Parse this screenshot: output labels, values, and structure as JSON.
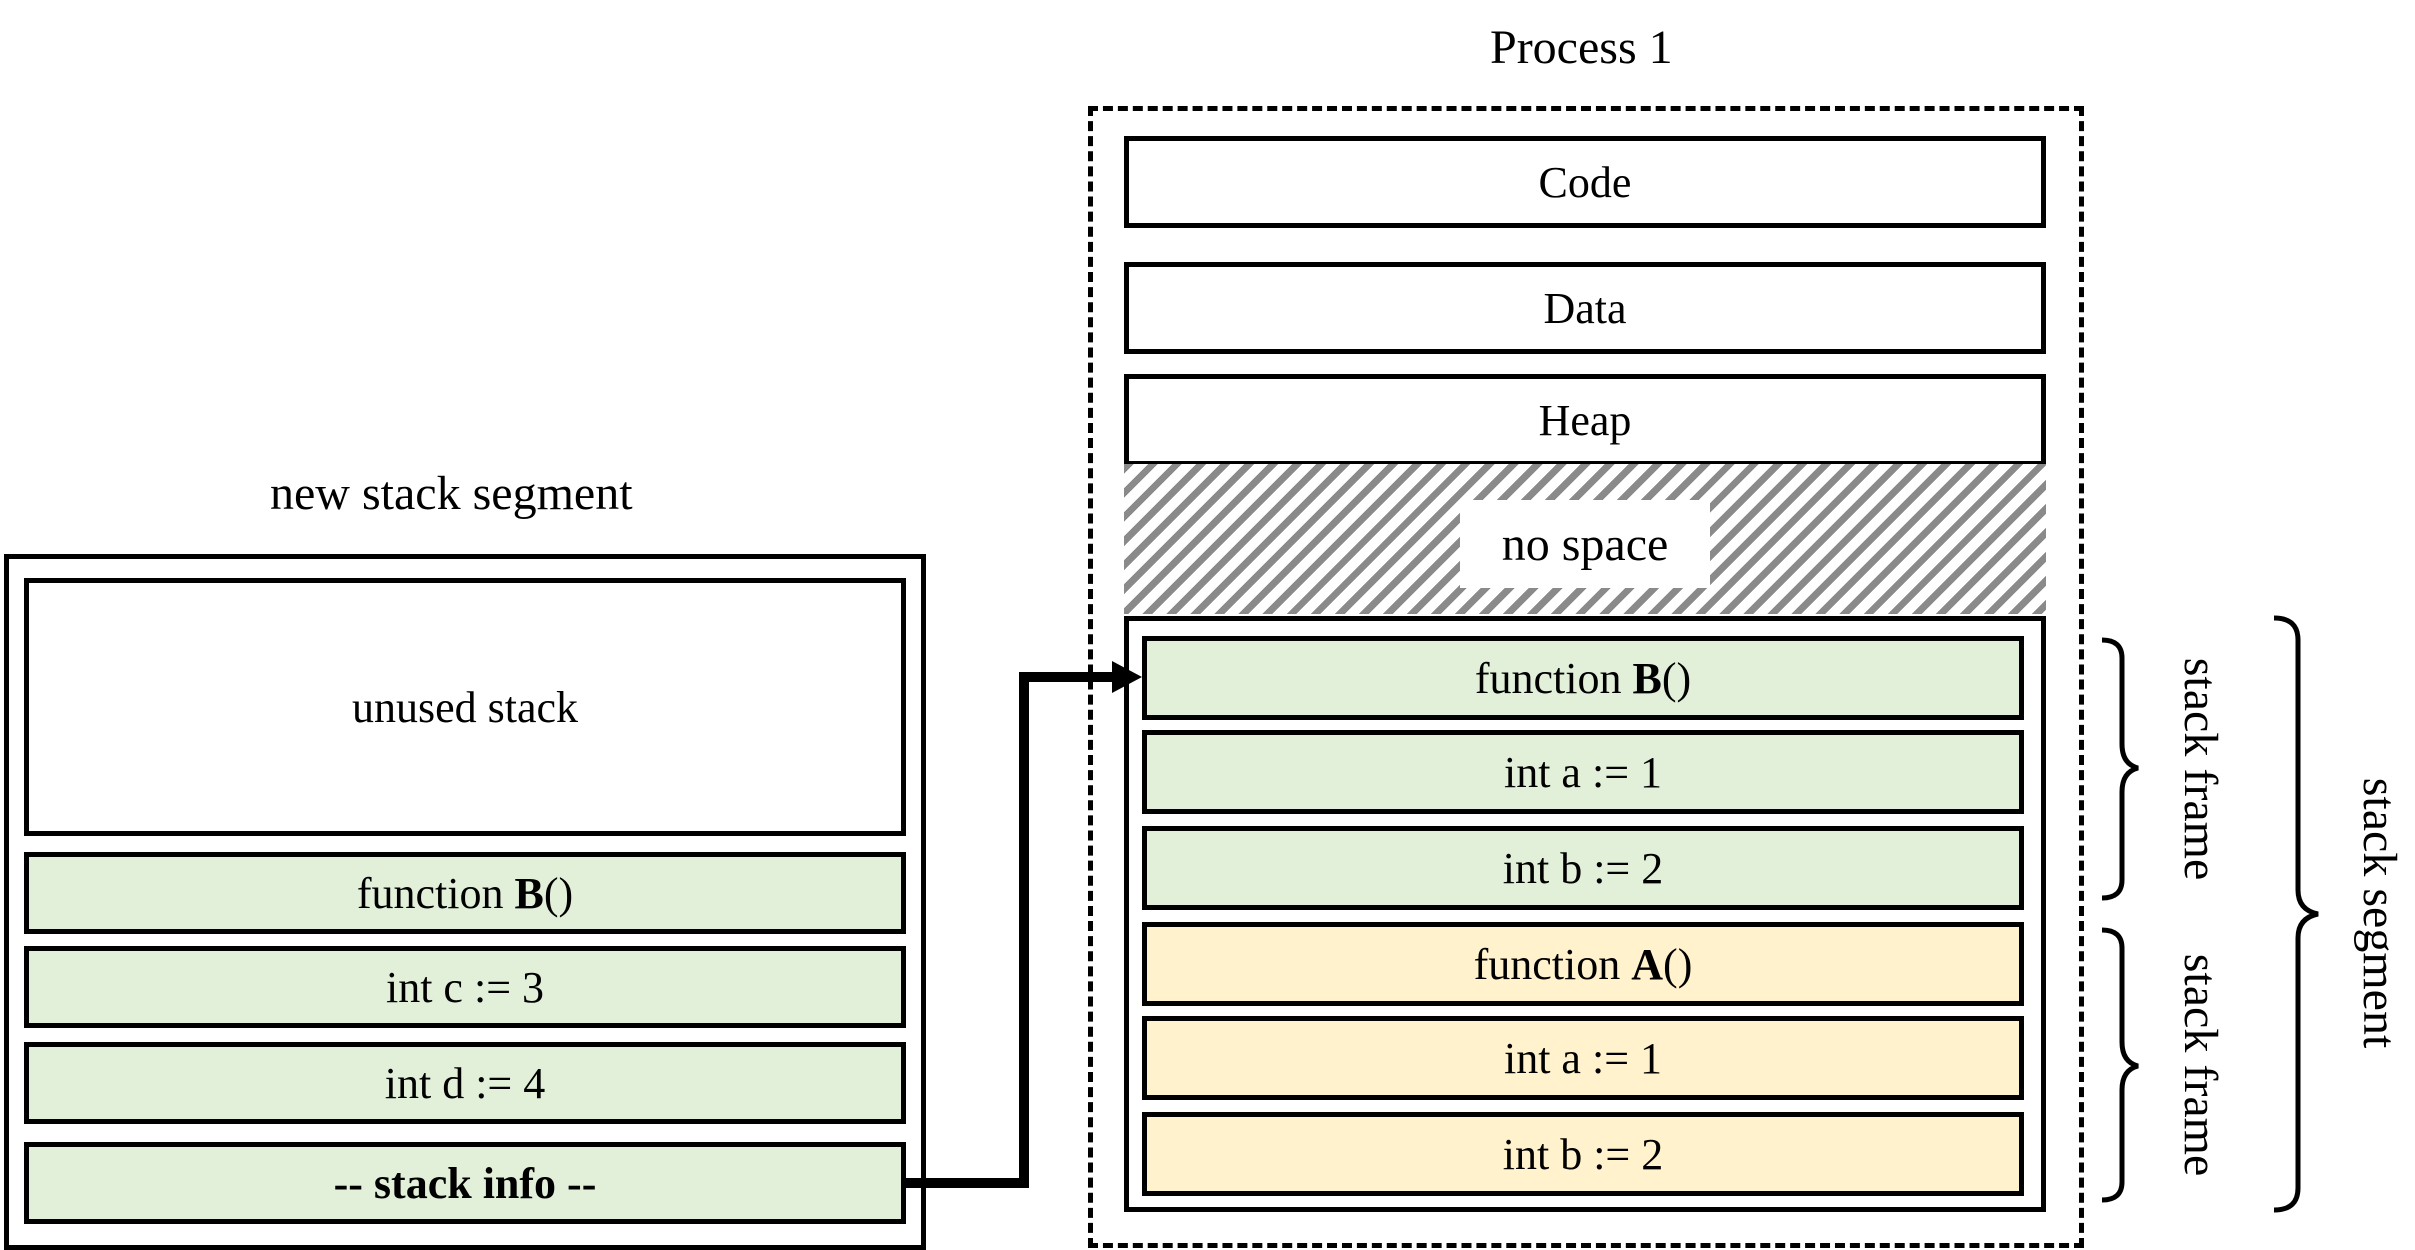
{
  "titles": {
    "process": "Process 1",
    "new_segment": "new stack segment"
  },
  "process": {
    "code": "Code",
    "data": "Data",
    "heap": "Heap",
    "no_space": "no space",
    "frame_b": {
      "header_prefix": "function ",
      "header_name": "B",
      "header_suffix": "()",
      "var1": "int a := 1",
      "var2": "int b := 2"
    },
    "frame_a": {
      "header_prefix": "function ",
      "header_name": "A",
      "header_suffix": "()",
      "var1": "int a := 1",
      "var2": "int b := 2"
    }
  },
  "new_segment": {
    "unused": "unused stack",
    "header_prefix": "function ",
    "header_name": "B",
    "header_suffix": "()",
    "var1": "int c := 3",
    "var2": "int d := 4",
    "info": "-- stack info --"
  },
  "labels": {
    "stack_frame_1": "stack frame",
    "stack_frame_2": "stack frame",
    "stack_segment": "stack segment"
  },
  "colors": {
    "green_fill": "#e2efd9",
    "yellow_fill": "#fff2cc",
    "stroke": "#000000"
  }
}
